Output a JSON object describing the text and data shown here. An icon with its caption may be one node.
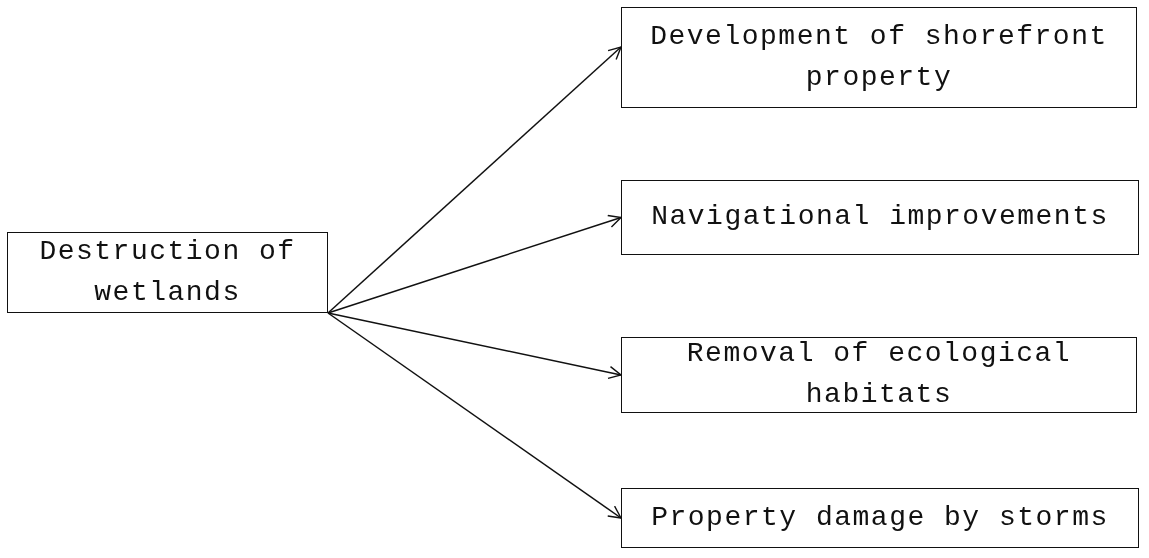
{
  "diagram": {
    "nodes": [
      {
        "text": [
          "Destruction of wetlands"
        ]
      },
      {
        "text": [
          "Development of shorefront property"
        ]
      },
      {
        "text": [
          "Navigational improvements"
        ]
      },
      {
        "text": [
          "Removal of ecological habitats"
        ]
      },
      {
        "text": [
          "Property damage by storms"
        ]
      }
    ],
    "edges": [
      {
        "from": 0,
        "to": 1,
        "arrow": "to"
      },
      {
        "from": 0,
        "to": 2,
        "arrow": "to"
      },
      {
        "from": 0,
        "to": 3,
        "arrow": "to"
      },
      {
        "from": 0,
        "to": 4,
        "arrow": "to"
      }
    ]
  }
}
